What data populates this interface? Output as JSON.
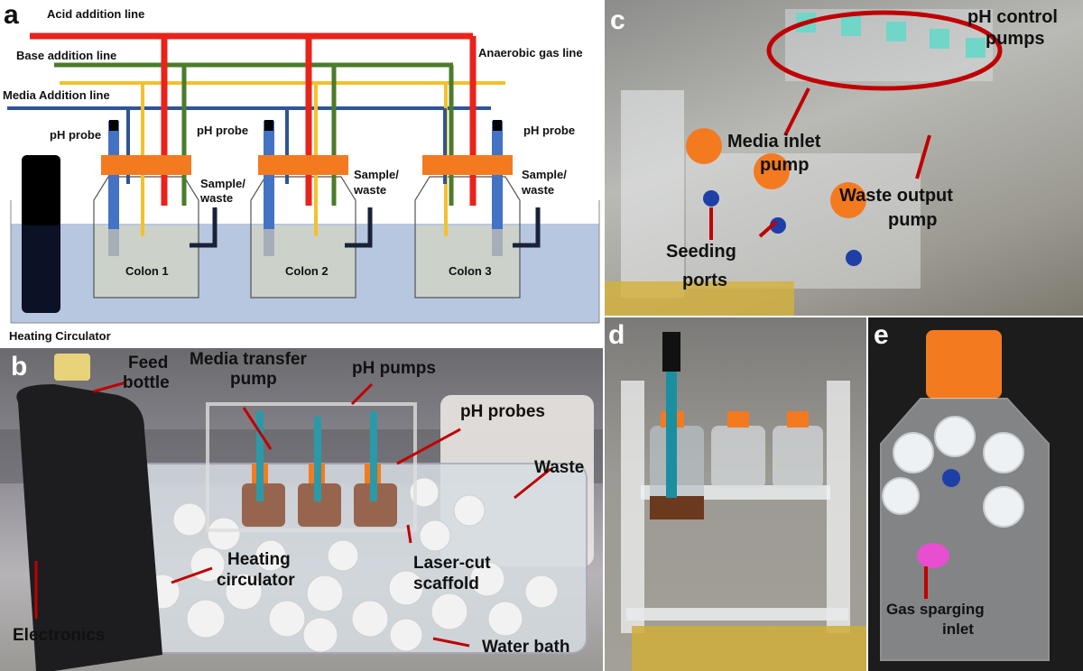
{
  "colors": {
    "acid_line": "#e8231b",
    "base_line": "#4a7c2a",
    "gas_line": "#f2c12e",
    "media_line": "#2f5597",
    "probe": "#4472c4",
    "cap": "#f47a20",
    "water": "#b8c7e0",
    "callout": "#c00000"
  },
  "panel_a": {
    "letter": "a",
    "lines": {
      "acid": "Acid addition line",
      "base": "Base addition line",
      "gas": "Anaerobic gas line",
      "media": "Media Addition line"
    },
    "probe_labels": [
      "pH probe",
      "pH probe",
      "pH probe"
    ],
    "sample_waste_labels": [
      {
        "line1": "Sample/",
        "line2": "waste"
      },
      {
        "line1": "Sample/",
        "line2": "waste"
      },
      {
        "line1": "Sample/",
        "line2": "waste"
      }
    ],
    "vessels": [
      "Colon 1",
      "Colon 2",
      "Colon 3"
    ],
    "heater": "Heating Circulator"
  },
  "panel_b": {
    "letter": "b",
    "labels": {
      "feed_1": "Feed",
      "feed_2": "bottle",
      "media_1": "Media transfer",
      "media_2": "pump",
      "ph_pumps": "pH pumps",
      "ph_probes": "pH probes",
      "waste": "Waste",
      "heat_1": "Heating",
      "heat_2": "circulator",
      "laser_1": "Laser-cut",
      "laser_2": "scaffold",
      "electronics": "Electronics",
      "water_bath": "Water bath"
    }
  },
  "panel_c": {
    "letter": "c",
    "labels": {
      "ph_control_1": "pH control",
      "ph_control_2": "pumps",
      "media_inlet_1": "Media inlet",
      "media_inlet_2": "pump",
      "waste_output_1": "Waste output",
      "waste_output_2": "pump",
      "seeding_1": "Seeding",
      "seeding_2": "ports"
    }
  },
  "panel_d": {
    "letter": "d"
  },
  "panel_e": {
    "letter": "e",
    "labels": {
      "gas_1": "Gas sparging",
      "gas_2": "inlet"
    }
  }
}
